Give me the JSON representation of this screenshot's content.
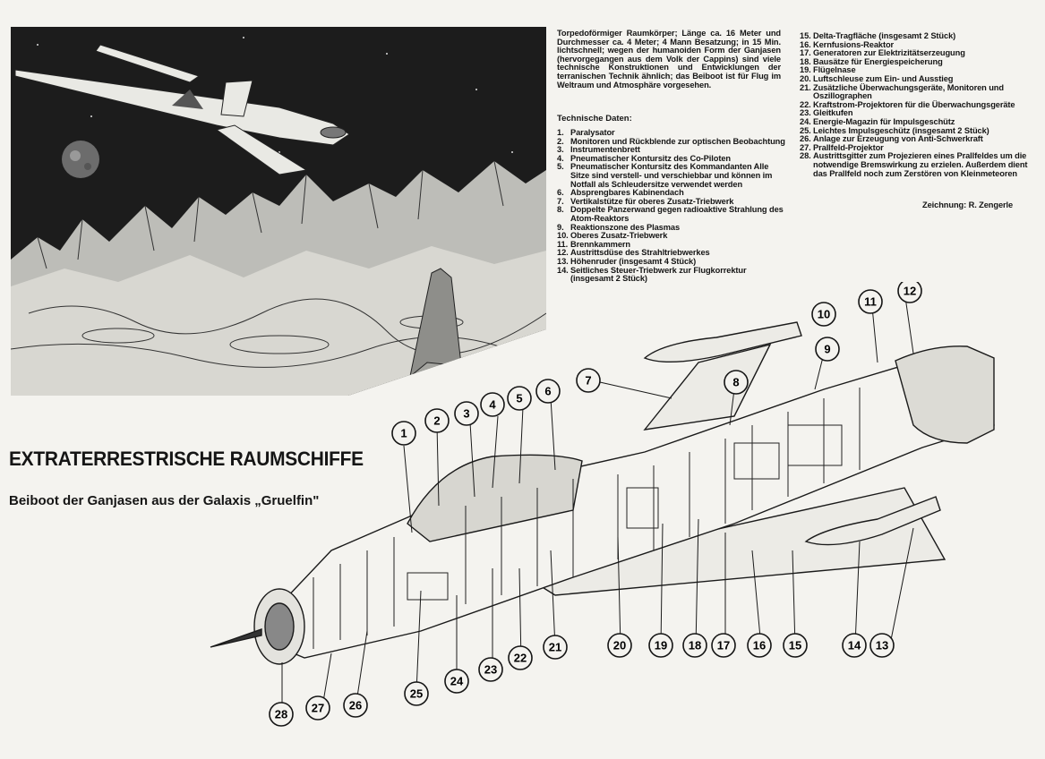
{
  "intro": "Torpedoförmiger Raumkörper; Länge ca. 16 Meter und Durchmesser ca. 4 Meter; 4 Mann Besatzung; in 15 Min. lichtschnell; wegen der humanoiden Form der Ganjasen (hervorgegangen aus dem Volk der Cappins) sind viele technische Konstruktionen und Entwicklungen der terranischen Technik ähnlich; das Beiboot ist für Flug im Weltraum und Atmosphäre vorgesehen.",
  "tech_heading": "Technische Daten:",
  "items_left": [
    {
      "n": "1.",
      "t": "Paralysator"
    },
    {
      "n": "2.",
      "t": "Monitoren und Rückblende zur optischen Beobachtung"
    },
    {
      "n": "3.",
      "t": "Instrumentenbrett"
    },
    {
      "n": "4.",
      "t": "Pneumatischer Kontursitz des Co-Piloten"
    },
    {
      "n": "5.",
      "t": "Pneumatischer Kontursitz des Kommandanten Alle Sitze sind verstell- und verschiebbar und können im Notfall als Schleudersitze verwendet werden"
    },
    {
      "n": "6.",
      "t": "Absprengbares Kabinendach"
    },
    {
      "n": "7.",
      "t": "Vertikalstütze für oberes Zusatz-Triebwerk"
    },
    {
      "n": "8.",
      "t": "Doppelte Panzerwand gegen radioaktive Strahlung des Atom-Reaktors"
    },
    {
      "n": "9.",
      "t": "Reaktionszone des Plasmas"
    },
    {
      "n": "10.",
      "t": "Oberes Zusatz-Triebwerk"
    },
    {
      "n": "11.",
      "t": "Brennkammern"
    },
    {
      "n": "12.",
      "t": "Austrittsdüse des Strahltriebwerkes"
    },
    {
      "n": "13.",
      "t": "Höhenruder (insgesamt 4 Stück)"
    },
    {
      "n": "14.",
      "t": "Seitliches Steuer-Triebwerk zur Flugkorrektur (insgesamt 2 Stück)"
    }
  ],
  "items_right": [
    {
      "n": "15.",
      "t": "Delta-Tragfläche (insgesamt 2 Stück)"
    },
    {
      "n": "16.",
      "t": "Kernfusions-Reaktor"
    },
    {
      "n": "17.",
      "t": "Generatoren zur Elektrizitätserzeugung"
    },
    {
      "n": "18.",
      "t": "Bausätze für Energiespeicherung"
    },
    {
      "n": "19.",
      "t": "Flügelnase"
    },
    {
      "n": "20.",
      "t": "Luftschleuse zum Ein- und Ausstieg"
    },
    {
      "n": "21.",
      "t": "Zusätzliche Überwachungsgeräte, Monitoren und Oszillographen"
    },
    {
      "n": "22.",
      "t": "Kraftstrom-Projektoren für die Überwachungsgeräte"
    },
    {
      "n": "23.",
      "t": "Gleitkufen"
    },
    {
      "n": "24.",
      "t": "Energie-Magazin für Impulsgeschütz"
    },
    {
      "n": "25.",
      "t": "Leichtes Impulsgeschütz (insgesamt 2 Stück)"
    },
    {
      "n": "26.",
      "t": "Anlage zur Erzeugung von Anti-Schwerkraft"
    },
    {
      "n": "27.",
      "t": "Prallfeld-Projektor"
    },
    {
      "n": "28.",
      "t": "Austrittsgitter zum Projezieren eines Prallfeldes um die notwendige Bremswirkung zu erzielen. Außerdem dient das Prallfeld noch zum Zerstören von Kleinmeteoren"
    }
  ],
  "credit": "Zeichnung: R. Zengerle",
  "title": "EXTRATERRESTRISCHE RAUMSCHIFFE",
  "subtitle": "Beiboot der Ganjasen aus der Galaxis „Gruelfin\"",
  "callouts": [
    "1",
    "2",
    "3",
    "4",
    "5",
    "6",
    "7",
    "8",
    "9",
    "10",
    "11",
    "12",
    "13",
    "14",
    "15",
    "16",
    "17",
    "18",
    "19",
    "20",
    "21",
    "22",
    "23",
    "24",
    "25",
    "26",
    "27",
    "28"
  ],
  "colors": {
    "paper": "#f4f3ef",
    "ink": "#151515",
    "night": "#1a1a1a"
  }
}
